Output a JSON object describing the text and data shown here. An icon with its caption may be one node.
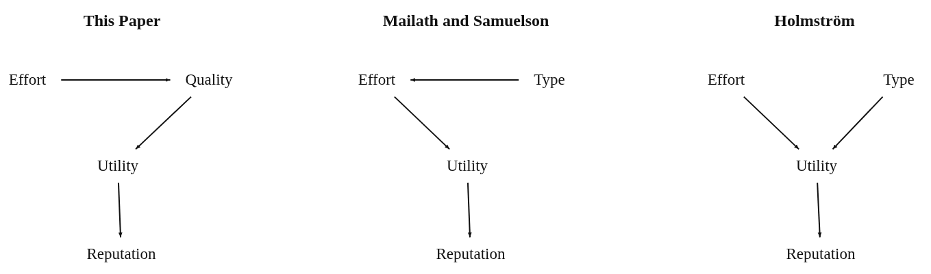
{
  "diagram": {
    "nodes": [
      {
        "text": [
          "Effort"
        ]
      },
      {
        "text": [
          "Quality"
        ]
      },
      {
        "text": [
          "Utility"
        ]
      },
      {
        "text": [
          "Reputation"
        ]
      },
      {
        "text": [
          "Effort"
        ]
      },
      {
        "text": [
          "Type"
        ]
      },
      {
        "text": [
          "Utility"
        ]
      },
      {
        "text": [
          "Reputation"
        ]
      },
      {
        "text": [
          "Effort"
        ]
      },
      {
        "text": [
          "Type"
        ]
      },
      {
        "text": [
          "Utility"
        ]
      },
      {
        "text": [
          "Reputation"
        ]
      }
    ],
    "edges": [
      {
        "from": 0,
        "to": 1,
        "arrow": "to"
      },
      {
        "from": 1,
        "to": 2,
        "arrow": "to"
      },
      {
        "from": 2,
        "to": 3,
        "arrow": "to"
      },
      {
        "from": 5,
        "to": 4,
        "arrow": "to"
      },
      {
        "from": 4,
        "to": 6,
        "arrow": "to"
      },
      {
        "from": 6,
        "to": 7,
        "arrow": "to"
      },
      {
        "from": 8,
        "to": 10,
        "arrow": "to"
      },
      {
        "from": 9,
        "to": 10,
        "arrow": "to"
      },
      {
        "from": 10,
        "to": 11,
        "arrow": "to"
      }
    ],
    "labels": [
      "This Paper",
      "Mailath and Samuelson",
      "Holmström"
    ]
  }
}
